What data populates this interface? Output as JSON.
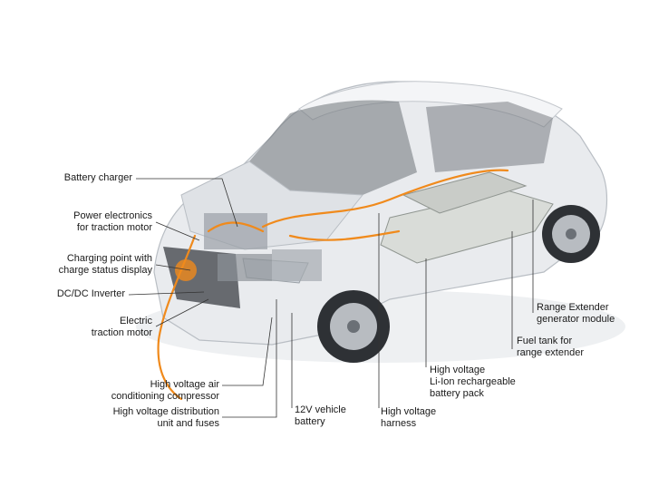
{
  "colors": {
    "background": "#ffffff",
    "car_body": "#e9ebee",
    "car_shadow": "#c3c7cc",
    "glass": "#6d7278",
    "cable": "#f08a1c",
    "battery": "#d9dcd8",
    "leader_line": "#333333",
    "text": "#1a1a1a"
  },
  "labels": {
    "battery_charger": [
      "Battery charger"
    ],
    "power_electronics": [
      "Power electronics",
      "for traction motor"
    ],
    "charging_point": [
      "Charging point with",
      "charge status display"
    ],
    "dcdc_inverter": [
      "DC/DC Inverter"
    ],
    "electric_motor": [
      "Electric",
      "traction motor"
    ],
    "ac_compressor": [
      "High voltage air",
      "conditioning compressor"
    ],
    "distribution_unit": [
      "High voltage distribution",
      "unit and fuses"
    ],
    "vehicle_battery": [
      "12V vehicle",
      "battery"
    ],
    "hv_harness": [
      "High voltage",
      "harness"
    ],
    "battery_pack": [
      "High voltage",
      "Li-Ion rechargeable",
      "battery pack"
    ],
    "fuel_tank": [
      "Fuel tank for",
      "range extender"
    ],
    "range_extender": [
      "Range Extender",
      "generator module"
    ]
  }
}
